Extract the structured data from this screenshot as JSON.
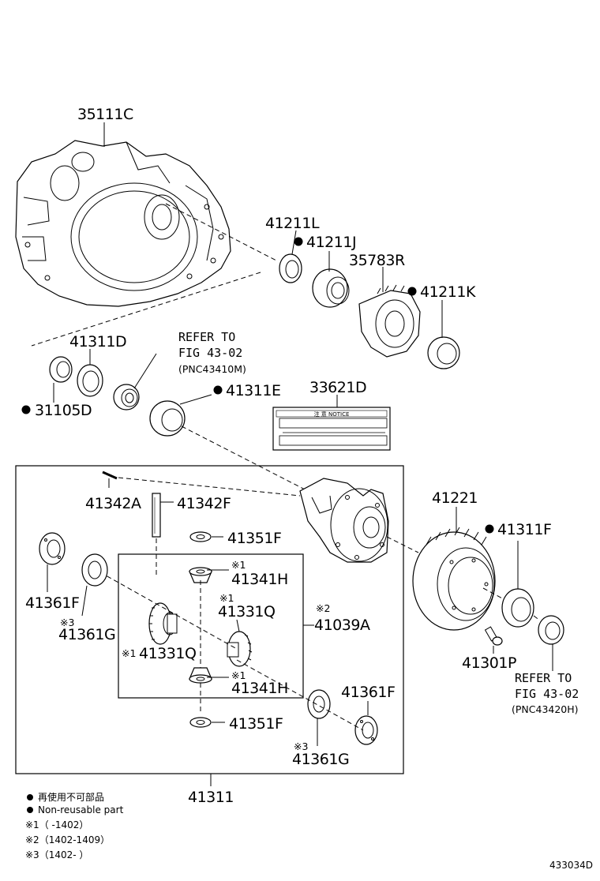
{
  "parts": {
    "p35111C": "35111C",
    "p41211L": "41211L",
    "p41211J": "41211J",
    "p35783R": "35783R",
    "p41211K": "41211K",
    "p41311D": "41311D",
    "p31105D": "31105D",
    "p41311E": "41311E",
    "p33621D": "33621D",
    "p41342A": "41342A",
    "p41342F": "41342F",
    "p41351F_top": "41351F",
    "p41341H_top": "41341H",
    "p41331Q_mid": "41331Q",
    "p41039A": "41039A",
    "p41331Q_left": "41331Q",
    "p41341H_bot": "41341H",
    "p41351F_bot": "41351F",
    "p41361F_left": "41361F",
    "p41361G_left": "41361G",
    "p41361F_right": "41361F",
    "p41361G_right": "41361G",
    "p41221": "41221",
    "p41311F": "41311F",
    "p41301P": "41301P",
    "p41311": "41311"
  },
  "refers": {
    "top_line1": "REFER TO",
    "top_line2": "FIG 43-02",
    "top_line3": "(PNC43410M)",
    "bot_line1": "REFER TO",
    "bot_line2": "FIG 43-02",
    "bot_line3": "(PNC43420H)"
  },
  "marks": {
    "m1": "※1",
    "m2": "※2",
    "m3": "※3",
    "m1_inline": "※1"
  },
  "label_plate": {
    "title": "注 意  NOTICE"
  },
  "legend": {
    "jp": "再使用不可部品",
    "en": "Non-reusable part",
    "n1": "※1（     -1402）",
    "n2": "※2（1402-1409）",
    "n3": "※3（1402-     ）"
  },
  "figure_id": "433034D"
}
